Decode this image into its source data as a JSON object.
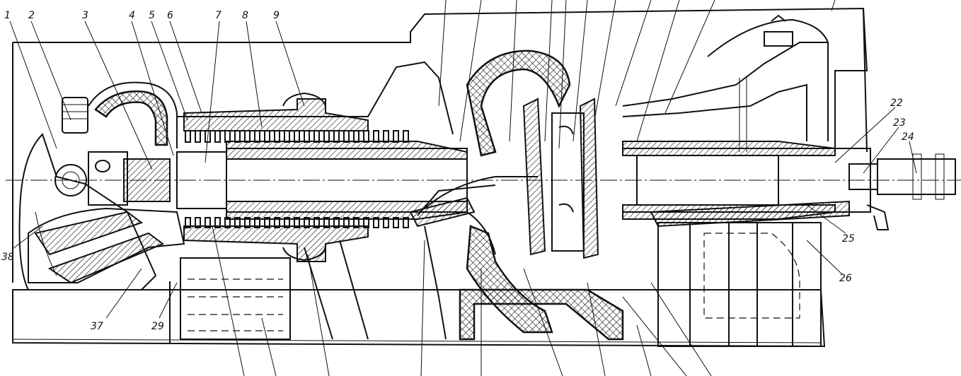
{
  "labels_top": [
    "1",
    "2",
    "3",
    "4",
    "5",
    "6",
    "7",
    "8",
    "9"
  ],
  "labels_right": [
    "22",
    "23",
    "24",
    "25",
    "26"
  ],
  "labels_left": [
    "38",
    "37",
    "29"
  ]
}
